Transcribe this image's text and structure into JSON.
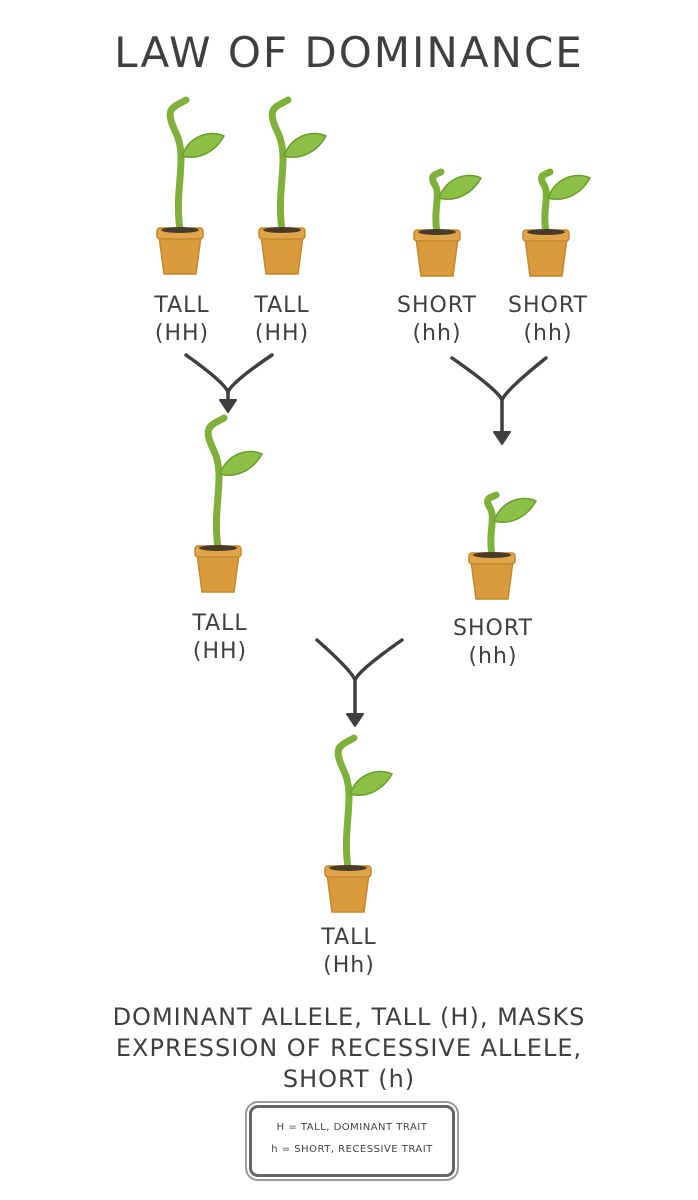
{
  "title": "LAW OF DOMINANCE",
  "parents": [
    {
      "trait": "TALL",
      "genotype": "(HH)"
    },
    {
      "trait": "TALL",
      "genotype": "(HH)"
    },
    {
      "trait": "SHORT",
      "genotype": "(hh)"
    },
    {
      "trait": "SHORT",
      "genotype": "(hh)"
    }
  ],
  "generation_one": [
    {
      "trait": "TALL",
      "genotype": "(HH)"
    },
    {
      "trait": "SHORT",
      "genotype": "(hh)"
    }
  ],
  "offspring": {
    "trait": "TALL",
    "genotype": "(Hh)"
  },
  "caption": {
    "line1": "DOMINANT ALLELE, TALL (H), MASKS",
    "line2": "EXPRESSION OF RECESSIVE ALLELE,",
    "line3": "SHORT (h)"
  },
  "legend": {
    "line1": "H = TALL, DOMINANT TRAIT",
    "line2": "h = SHORT, RECESSIVE TRAIT"
  },
  "colors": {
    "pot": "#d99a3c",
    "pot_rim": "#e0a548",
    "soil": "#4a3a2a",
    "stem": "#7fb03a",
    "leaf": "#8bbf45",
    "line": "#3f3f3f"
  }
}
